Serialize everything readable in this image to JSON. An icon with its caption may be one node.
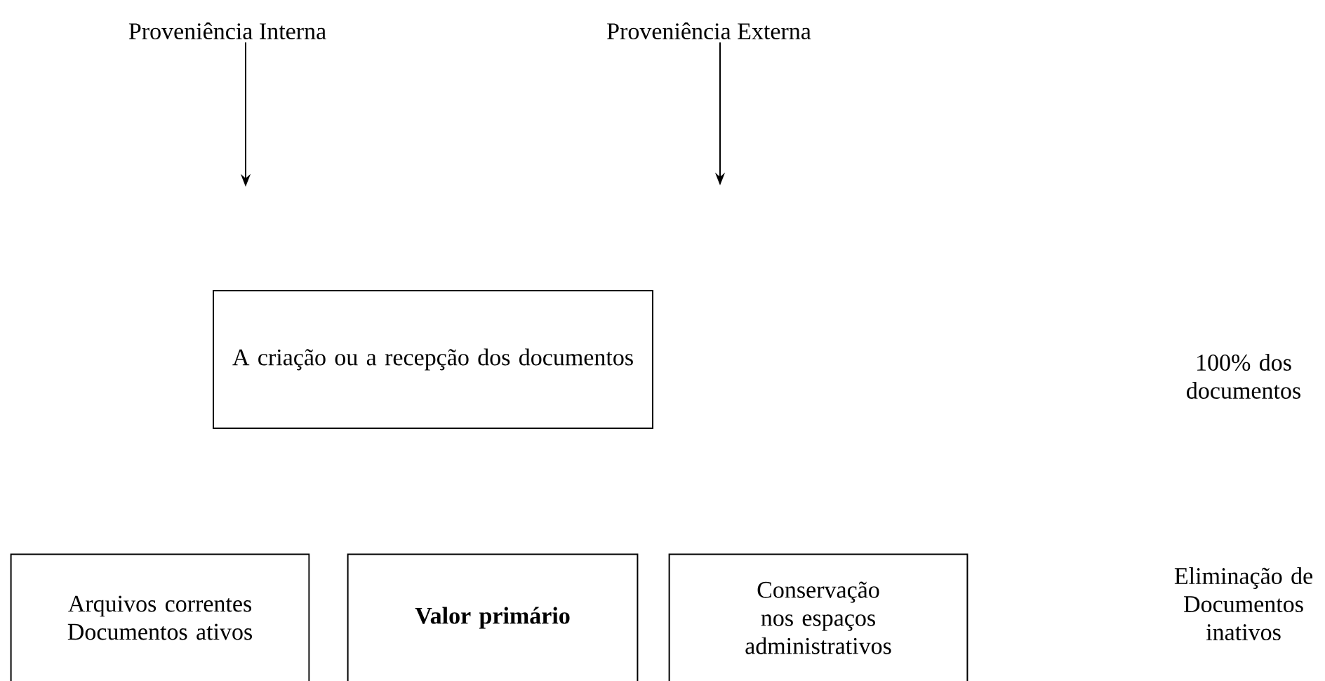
{
  "diagram": {
    "nodes": [
      {
        "text": [
          "Proveniência Interna"
        ]
      },
      {
        "text": [
          "Proveniência Externa"
        ]
      },
      {
        "text": [
          "A criação ou a recepção dos documentos"
        ]
      },
      {
        "text": [
          "Arquivos correntes",
          "Documentos ativos"
        ]
      },
      {
        "text": [
          "Valor primário"
        ]
      },
      {
        "text": [
          "Conservação nos espaços administrativos"
        ]
      }
    ],
    "edges": [
      {
        "from": 0,
        "to": null,
        "arrow": "to"
      },
      {
        "from": 1,
        "to": null,
        "arrow": "to"
      }
    ],
    "labels": [
      "100% dos documentos",
      "Eliminação de Documentos inativos"
    ]
  }
}
